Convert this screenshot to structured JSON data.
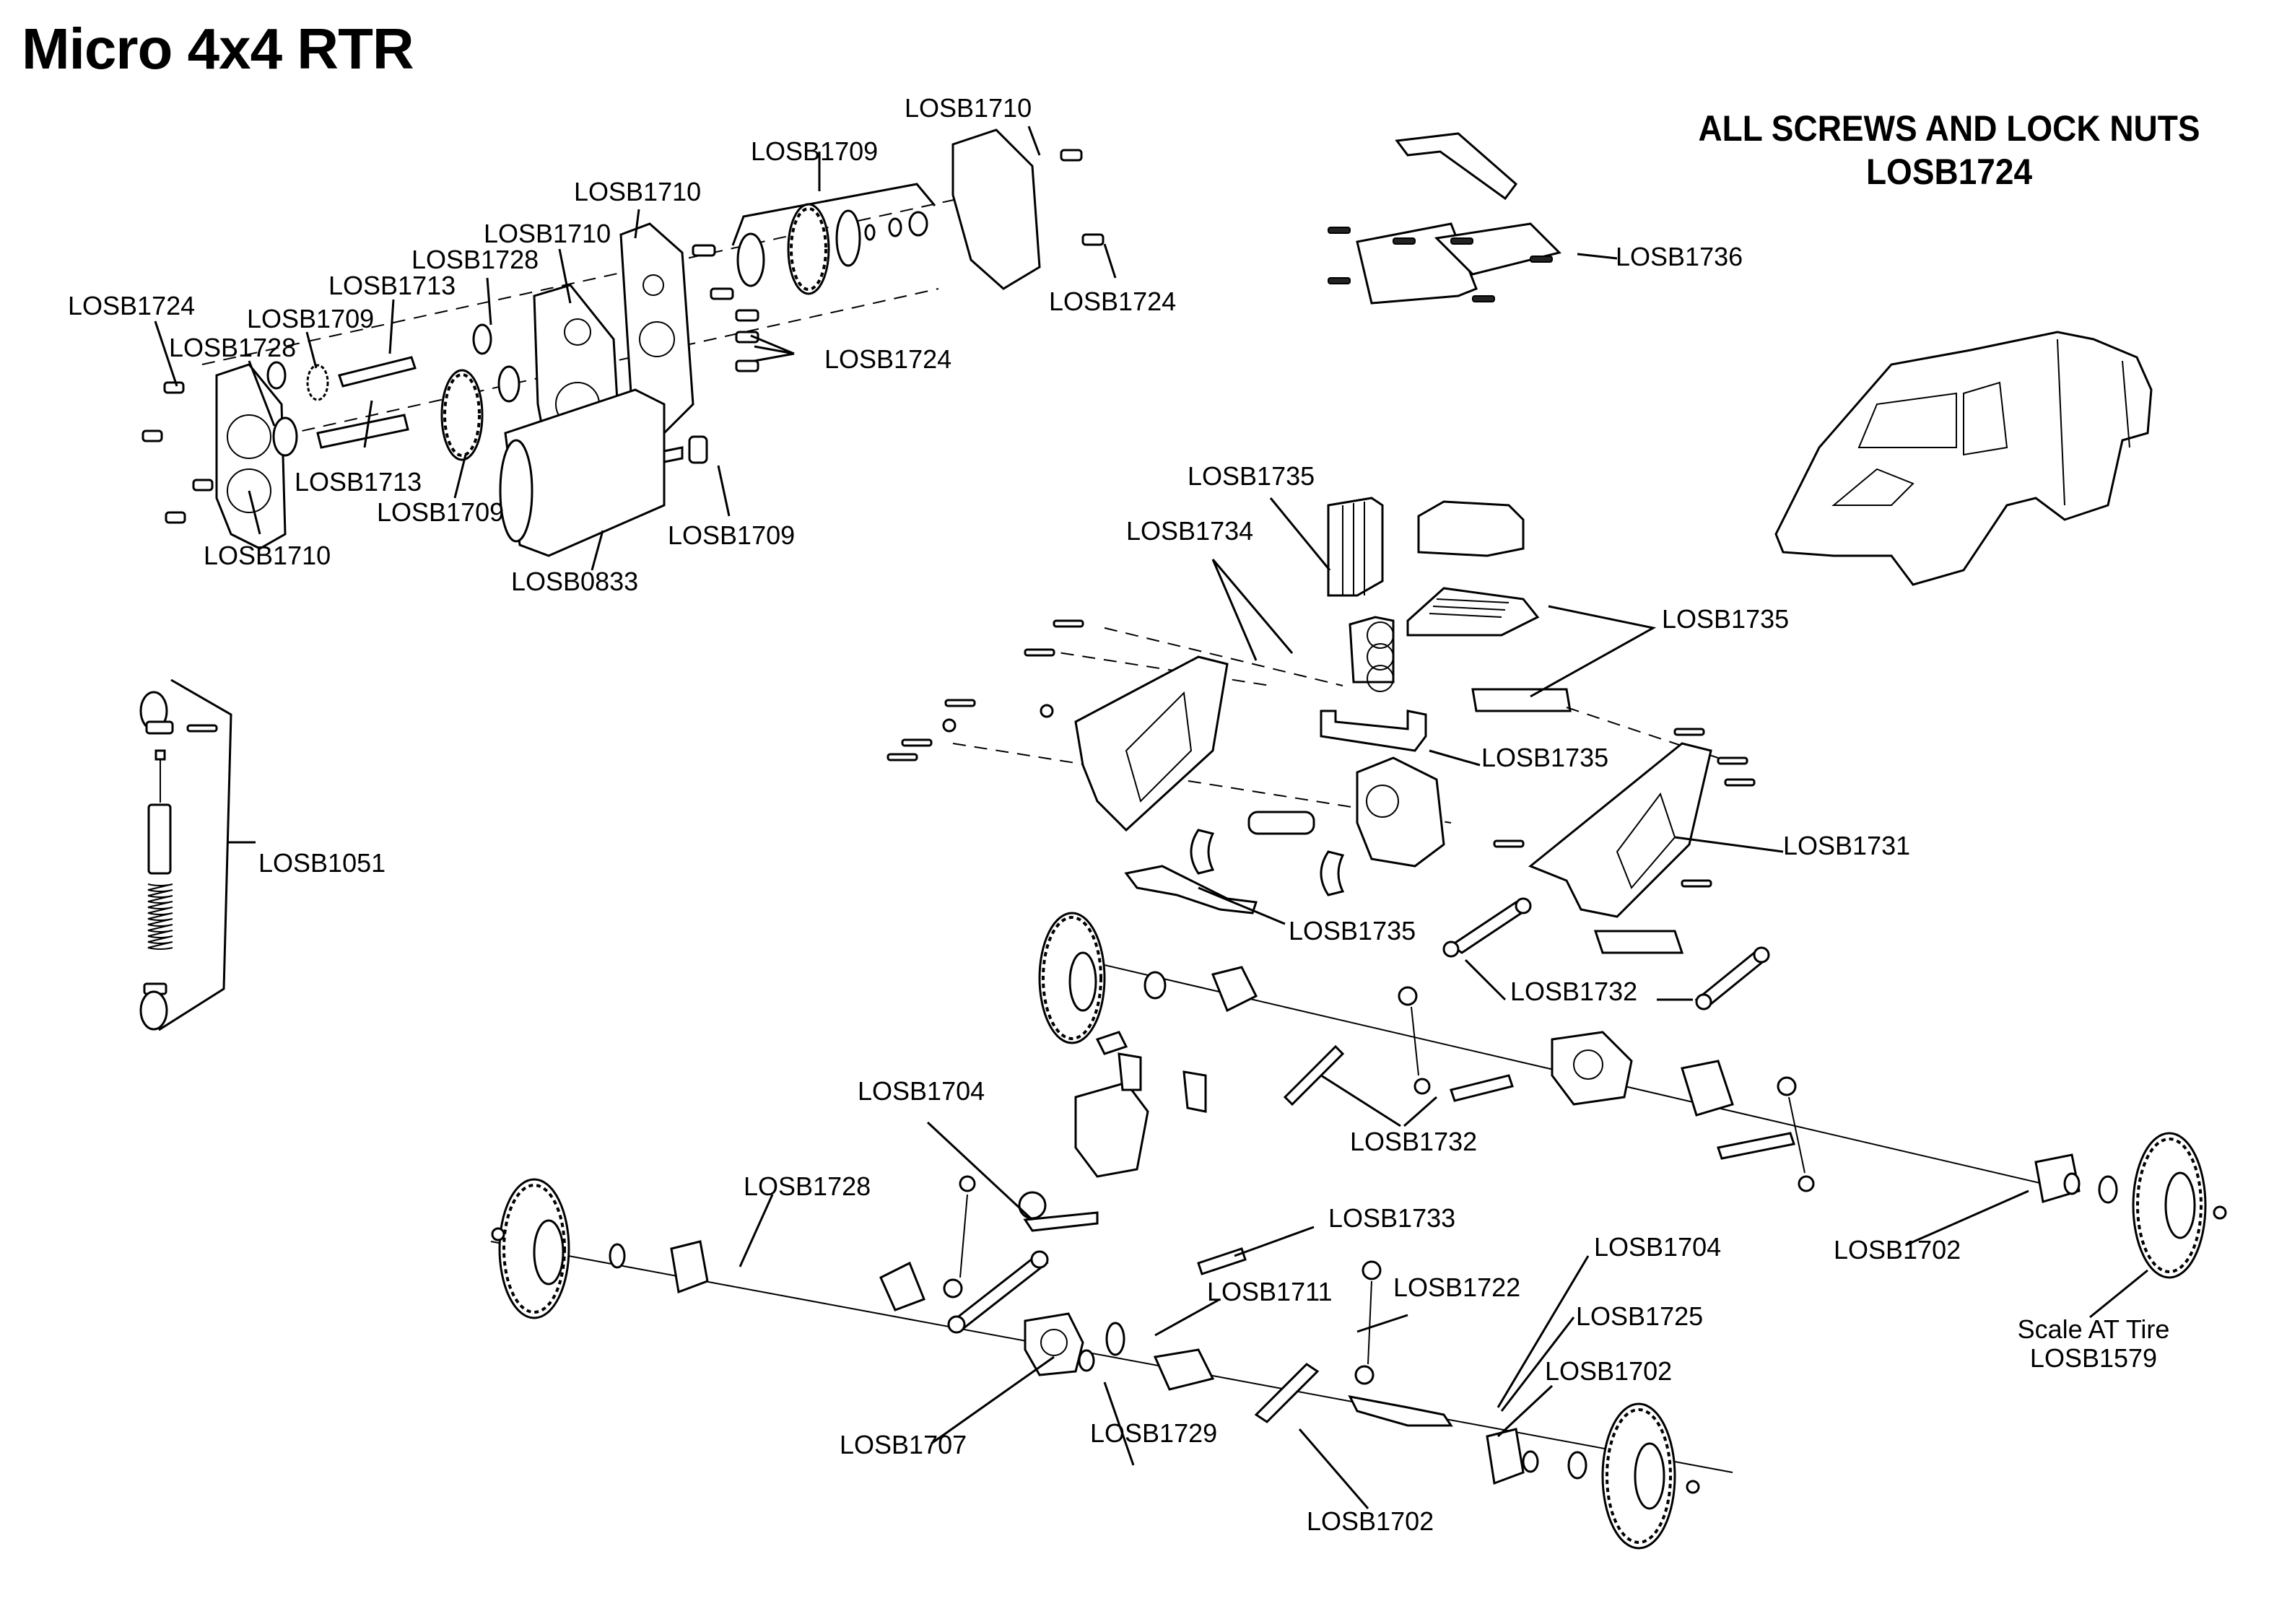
{
  "title": "Micro 4x4 RTR",
  "note": {
    "line1": "ALL SCREWS AND LOCK NUTS",
    "line2": "LOSB1724"
  },
  "callouts": {
    "gb_1710_top": "LOSB1710",
    "gb_1709_top": "LOSB1709",
    "gb_1710_mid": "LOSB1710",
    "gb_1710_inner": "LOSB1710",
    "gb_1728_top": "LOSB1728",
    "gb_1713_top": "LOSB1713",
    "gb_1724_left": "LOSB1724",
    "gb_1709_pinion": "LOSB1709",
    "gb_1728_left": "LOSB1728",
    "gb_1724_screws": "LOSB1724",
    "gb_1724_right": "LOSB1724",
    "gb_1713_bottom": "LOSB1713",
    "gb_1709_spur": "LOSB1709",
    "gb_1710_bottom": "LOSB1710",
    "gb_0833_motor": "LOSB0833",
    "gb_1709_motor_pinion": "LOSB1709",
    "mount_1736": "LOSB1736",
    "shock_1051": "LOSB1051",
    "ch_1735_top": "LOSB1735",
    "ch_1734": "LOSB1734",
    "ch_1735_right": "LOSB1735",
    "ch_1735_mid": "LOSB1735",
    "ch_1731": "LOSB1731",
    "ch_1735_bumper": "LOSB1735",
    "ch_1732_upper": "LOSB1732",
    "ch_1732_lower": "LOSB1732",
    "fa_1704": "LOSB1704",
    "fa_1728": "LOSB1728",
    "fa_1733": "LOSB1733",
    "fa_1711": "LOSB1711",
    "fa_1722": "LOSB1722",
    "fa_1704_b": "LOSB1704",
    "fa_1725": "LOSB1725",
    "fa_1702_b": "LOSB1702",
    "fa_1707": "LOSB1707",
    "fa_1729": "LOSB1729",
    "fa_1702_bottom": "LOSB1702",
    "ra_1702": "LOSB1702",
    "tire_line1": "Scale AT Tire",
    "tire_line2": "LOSB1579"
  }
}
